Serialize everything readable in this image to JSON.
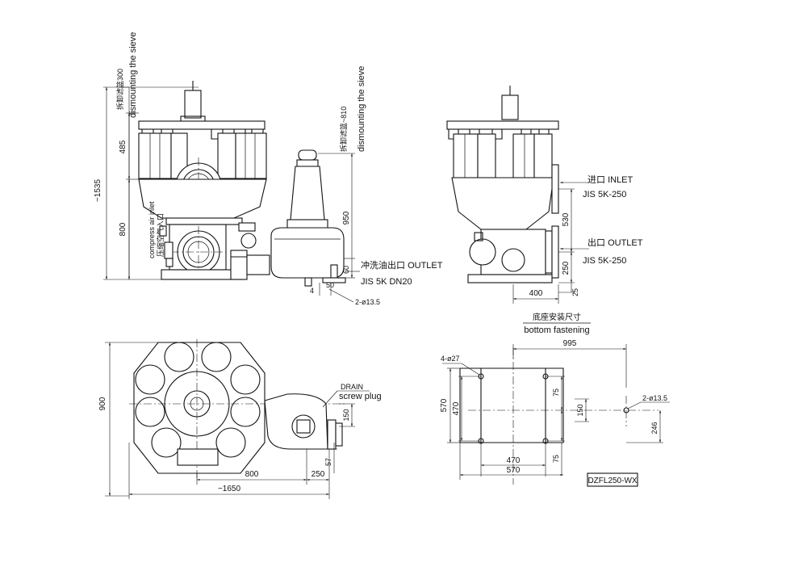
{
  "front_view": {
    "top_clearance_cn": "拆卸滤篮",
    "top_clearance_value": "300",
    "top_clearance_en": "dismounting the sieve",
    "height_total": "~1535",
    "height_upper": "485",
    "height_lower": "800",
    "air_inlet_en": "compress air inlet",
    "air_inlet_cn": "压缩空气入口"
  },
  "side_pump": {
    "clearance_cn": "拆卸滤篮",
    "clearance_value": "~810",
    "clearance_en": "dismounting the sieve",
    "height_950": "950",
    "height_60": "60",
    "outlet_cn": "冲洗油出口",
    "outlet_en": "OUTLET",
    "outlet_spec": "JIS 5K DN20",
    "dim_4": "4",
    "dim_50": "50",
    "holes": "2-ø13.5"
  },
  "right_view": {
    "inlet_cn": "进口",
    "inlet_en": "INLET",
    "inlet_spec": "JIS 5K-250",
    "outlet_cn": "出口",
    "outlet_en": "OUTLET",
    "outlet_spec": "JIS 5K-250",
    "dim_530": "530",
    "dim_250": "250",
    "dim_25": "25",
    "dim_400": "400"
  },
  "top_view": {
    "drain_en": "DRAIN",
    "drain_label": "screw plug",
    "dim_900": "900",
    "dim_150": "150",
    "dim_57": "57",
    "dim_800": "800",
    "dim_250": "250",
    "dim_1650": "~1650"
  },
  "bottom_fastening": {
    "title_cn": "底座安装尺寸",
    "title_en": "bottom fastening",
    "width_995": "995",
    "holes_main": "4-ø27",
    "holes_small": "2-ø13.5",
    "dim_570_v": "570",
    "dim_470_v": "470",
    "dim_75_top": "75",
    "dim_75_bottom": "75",
    "dim_150": "150",
    "dim_246": "246",
    "dim_470_h": "470",
    "dim_570_h": "570"
  },
  "model": "DZFL250-WX"
}
